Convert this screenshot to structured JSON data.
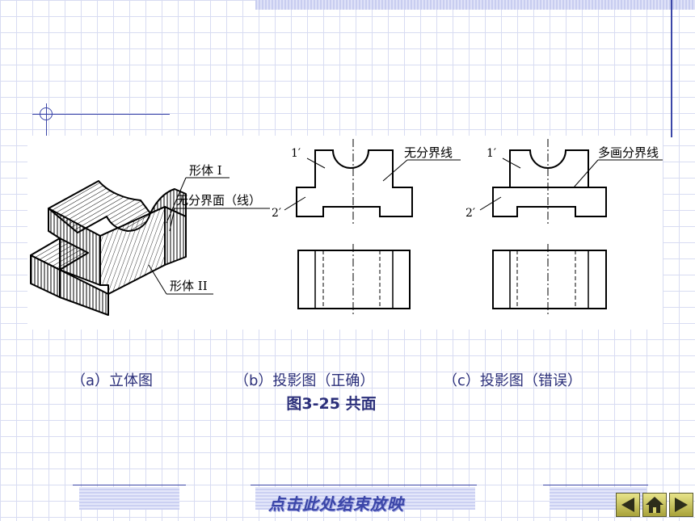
{
  "diagram": {
    "labels": {
      "form1": "形体 I",
      "no_boundary_face": "无分界面（线）",
      "form2": "形体 II",
      "no_boundary_line": "无分界线",
      "extra_boundary_line": "多画分界线",
      "p1": "1′",
      "p2": "2′"
    },
    "captions": {
      "a": "（a）立体图",
      "b": "（b）投影图（正确）",
      "c": "（c）投影图（错误）"
    },
    "figure_title": "图3-25  共面"
  },
  "footer": {
    "end_show": "点击此处结束放映"
  },
  "nav": {
    "back": "back-arrow-icon",
    "home": "home-icon",
    "forward": "forward-arrow-icon"
  },
  "colors": {
    "accent": "#3b46a8",
    "caption": "#2b2f7a"
  }
}
